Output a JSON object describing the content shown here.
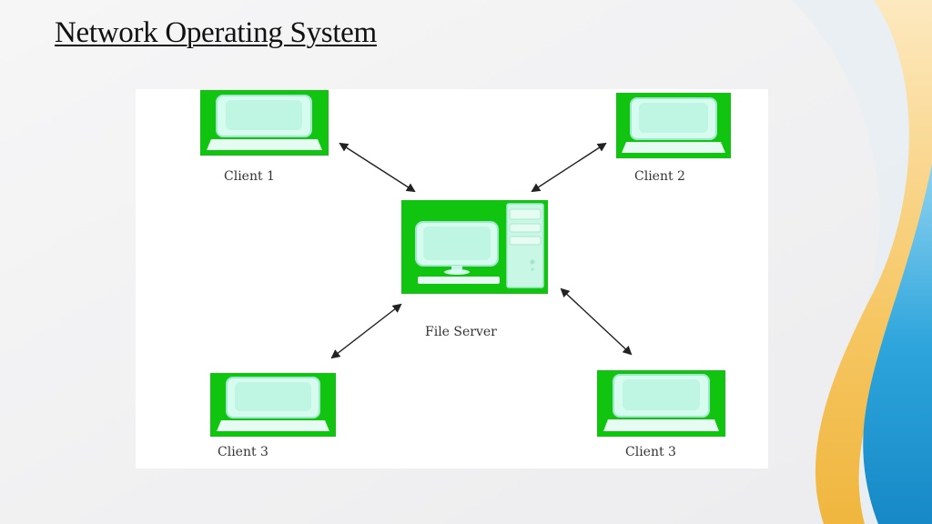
{
  "slide": {
    "title": "Network Operating System"
  },
  "diagram": {
    "server": {
      "label": "File Server",
      "icon": "desktop-server-icon"
    },
    "clients": [
      {
        "label": "Client 1",
        "icon": "laptop-icon"
      },
      {
        "label": "Client 2",
        "icon": "laptop-icon"
      },
      {
        "label": "Client 3",
        "icon": "laptop-icon"
      },
      {
        "label": "Client 3",
        "icon": "laptop-icon"
      }
    ],
    "colors": {
      "device_green": "#10c40f",
      "screen": "#bff5e3",
      "accent_blue": "#2b9fd6",
      "accent_gold": "#f3c15a"
    }
  }
}
